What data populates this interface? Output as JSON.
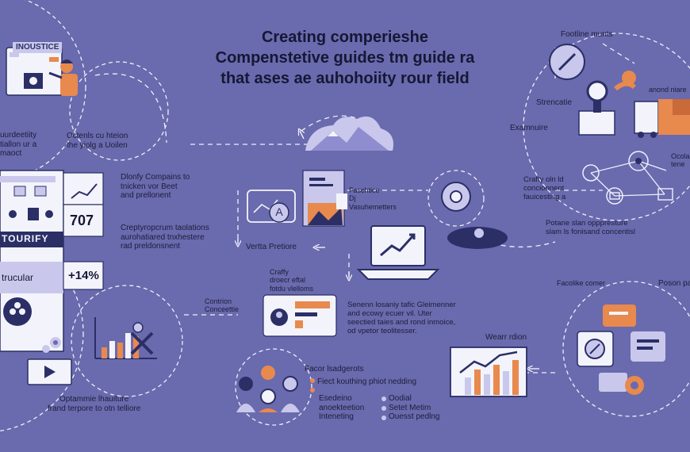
{
  "title": {
    "line1": "Creating comperieshe",
    "line2": "Compenstetive guides tm guide ra",
    "line3": "that ases ae auhohoiity rour field"
  },
  "left_top": {
    "badge": "INOUSTICE",
    "caption_left": "uurdeetiity\ntiallon ur a\nmaoct",
    "caption_right": "Octenls cu hteion\nthe yiolg a Uoilen"
  },
  "dashboard": {
    "stat_value": "707",
    "percent": "+14%",
    "banner": "TOURIFY",
    "label": "trucular"
  },
  "left_mid": {
    "text1": "Dlonfy Compains to\ntnicken vor Beet\nand prellonent",
    "text2": "Creptyropcrum taolations\naurohatiared tnxhestere\nrad preldonsnent"
  },
  "left_bottom": {
    "caption": "Optammie lhauiture\nfrand terpore to otn telliore"
  },
  "center": {
    "bubble_letter": "A",
    "chart_label": "Faschtice\nDj\nVasuhemetters",
    "verta_label": "Vertta Pretiore",
    "crafty": "Craffy\ndroecr eftal\nfotdu vlelloms",
    "compton": "Contrion\nConceettie",
    "sensor": "Senenn losaniy tafic Gleimenner\nand ecowy ecuer vil. Uter\nseectied taies and rond inmoice,\nod vpetor teolitesser.",
    "focus_title": "Facor lsadgerots",
    "focus_item1": "Fiect kouthing   phiot nedding",
    "focus_list_left": "Esedeino\nanoekteetion\nInteneting",
    "focus_list_right": "Oodial\nSetet Metim\nOuesst pedlng"
  },
  "right_top": {
    "footline": "Footline munts",
    "annotation": "anond niare",
    "strenotte": "Strencatie",
    "examinure": "Examnuire"
  },
  "right_mid": {
    "crafty": "Crafty oln ld\nconcionnent\nfauicesting a",
    "potent": "Potane slan opppresture\nslam ls fonisand concentisl",
    "ocolat": "Ocola\ntene"
  },
  "right_bottom": {
    "facoline": "Facolike comer",
    "poson": "Poson pa",
    "wear": "Wearr rdion"
  },
  "colors": {
    "background": "#6a6aae",
    "navy": "#2b2f66",
    "orange": "#e8894e",
    "lavender": "#c9c8ec",
    "paper": "#f3f4fb"
  }
}
